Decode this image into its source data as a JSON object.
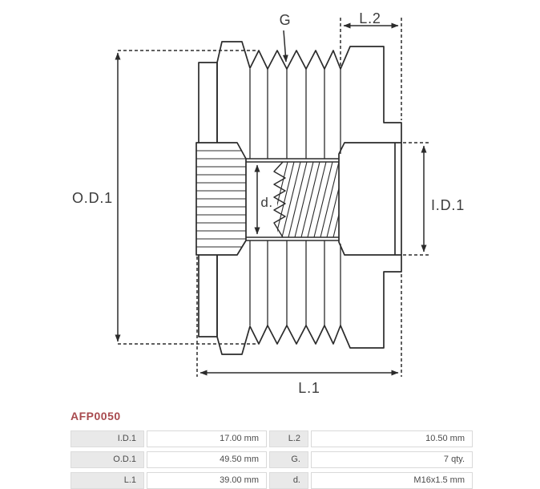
{
  "part_number": "AFP0050",
  "diagram": {
    "labels": {
      "od1": "O.D.1",
      "id1": "I.D.1",
      "l1": "L.1",
      "l2": "L.2",
      "g": "G",
      "d": "d."
    }
  },
  "table": {
    "rows": [
      {
        "k1": "I.D.1",
        "v1": "17.00 mm",
        "k2": "L.2",
        "v2": "10.50 mm"
      },
      {
        "k1": "O.D.1",
        "v1": "49.50 mm",
        "k2": "G.",
        "v2": "7 qty."
      },
      {
        "k1": "L.1",
        "v1": "39.00 mm",
        "k2": "d.",
        "v2": "M16x1.5 mm"
      }
    ]
  },
  "colors": {
    "accent_red": "#a84a4e",
    "drawing_line": "#2b2b2b",
    "table_label_bg": "#e9e9e9",
    "table_border": "#d9d9d9",
    "table_text": "#4b4b4b"
  }
}
